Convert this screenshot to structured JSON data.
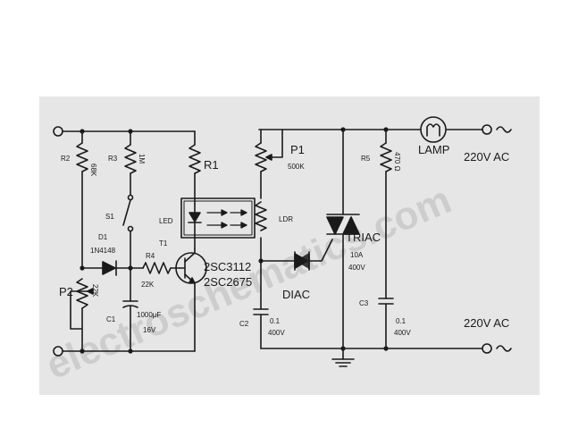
{
  "diagram": {
    "labels": {
      "r2": "R2",
      "r2_value": "68K",
      "r3": "R3",
      "r3_value": "1M",
      "r1": "R1",
      "s1": "S1",
      "d1": "D1",
      "d1_value": "1N4148",
      "led": "LED",
      "t1": "T1",
      "r4": "R4",
      "r4_value": "22K",
      "p2": "P2",
      "p2_value": "22K",
      "c1": "C1",
      "c1_value1": "1000μF",
      "c1_value2": "16V",
      "transistor1": "2SC3112",
      "transistor2": "2SC2675",
      "p1": "P1",
      "p1_value": "500K",
      "ldr": "LDR",
      "diac": "DIAC",
      "c2": "C2",
      "c2_value1": "0.1",
      "c2_value2": "400V",
      "triac": "TRIAC",
      "triac_value1": "10A",
      "triac_value2": "400V",
      "r5": "R5",
      "r5_value": "470 Ω",
      "lamp": "LAMP",
      "ac_top": "220V AC",
      "ac_bottom": "220V AC",
      "c3": "C3",
      "c3_value1": "0.1",
      "c3_value2": "400V"
    },
    "watermark": "electroschematics.com",
    "colors": {
      "paper": "#e6e6e6",
      "ink": "#1a1a1a",
      "watermark": "#b9b9b9"
    }
  }
}
